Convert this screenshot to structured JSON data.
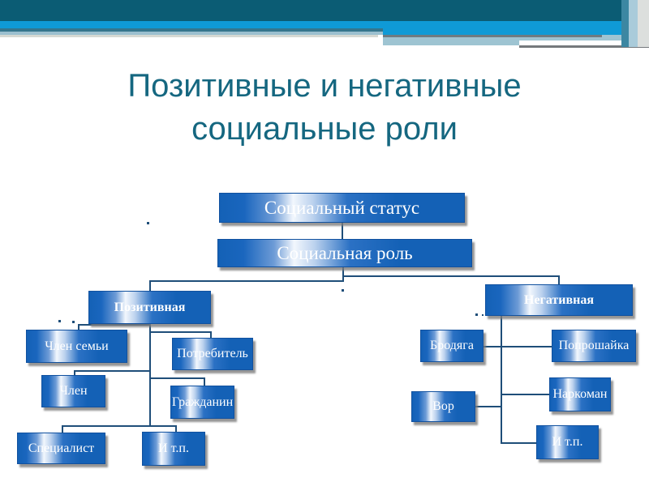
{
  "slide_title": {
    "line1": "Позитивные и негативные",
    "line2": "социальные роли"
  },
  "diagram": {
    "status": "Социальный статус",
    "role": "Социальная роль",
    "positive_branch": {
      "label": "Позитивная",
      "children": [
        "Член семьи",
        "Потребитель",
        "Член",
        "Гражданин",
        "Специалист",
        "И т.п."
      ]
    },
    "negative_branch": {
      "label": "Негативная",
      "children": [
        "Бродяга",
        "Попрошайка",
        "Вор",
        "Наркоман",
        "И т.п."
      ]
    }
  },
  "colors": {
    "box_blue": "#1461B6",
    "connector_blue": "#1F4E79",
    "title_teal": "#156780",
    "header_dark_teal": "#0B5C74",
    "header_bright_blue": "#0F9AD6",
    "header_light_blue": "#9EC4D2",
    "shadow_gray": "#9C9C9C"
  }
}
